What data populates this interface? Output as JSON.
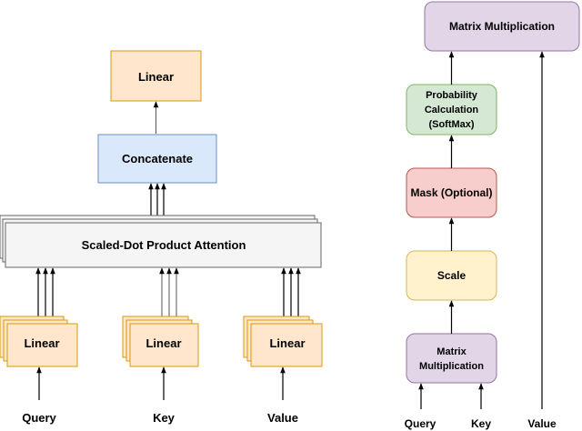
{
  "left_panel": {
    "linear_top": "Linear",
    "concatenate": "Concatenate",
    "attention": "Scaled-Dot Product Attention",
    "linear_query": "Linear",
    "linear_key": "Linear",
    "linear_value": "Linear",
    "input_query": "Query",
    "input_key": "Key",
    "input_value": "Value"
  },
  "right_panel": {
    "matmul_top": "Matrix Multiplication",
    "softmax_line1": "Probability",
    "softmax_line2": "Calculation",
    "softmax_line3": "(SoftMax)",
    "mask": "Mask (Optional)",
    "scale": "Scale",
    "matmul_bottom_line1": "Matrix",
    "matmul_bottom_line2": "Multiplication",
    "input_query": "Query",
    "input_key": "Key",
    "input_value": "Value"
  },
  "colors": {
    "orange_fill": "#ffe6cc",
    "orange_stroke": "#d79b00",
    "blue_fill": "#dae8fc",
    "blue_stroke": "#6c8ebf",
    "grey_fill": "#f5f5f5",
    "grey_stroke": "#666666",
    "yellow_fill": "#fff2cc",
    "yellow_stroke": "#d6b656",
    "purple_fill": "#e1d5e7",
    "purple_stroke": "#9673a6",
    "green_fill": "#d5e8d4",
    "green_stroke": "#82b366",
    "red_fill": "#f8cecc",
    "red_stroke": "#b85450"
  }
}
